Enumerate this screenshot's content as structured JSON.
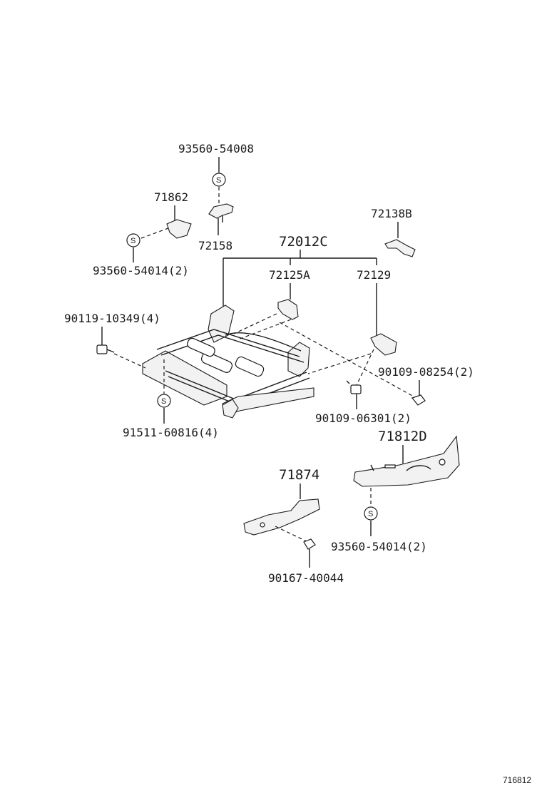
{
  "labels": {
    "p93560_54008": "93560-54008",
    "p71862": "71862",
    "p72158": "72158",
    "p93560_54014_top": "93560-54014(2)",
    "p72138B": "72138B",
    "p72012C": "72012C",
    "p72125A": "72125A",
    "p72129": "72129",
    "p90119_10349": "90119-10349(4)",
    "p90109_08254": "90109-08254(2)",
    "p91511_60816": "91511-60816(4)",
    "p90109_06301": "90109-06301(2)",
    "p71812D": "71812D",
    "p71874": "71874",
    "p93560_54014_bottom": "93560-54014(2)",
    "p90167_40044": "90167-40044",
    "diagram_id": "716812"
  },
  "symbols": {
    "s_marker": "S"
  }
}
